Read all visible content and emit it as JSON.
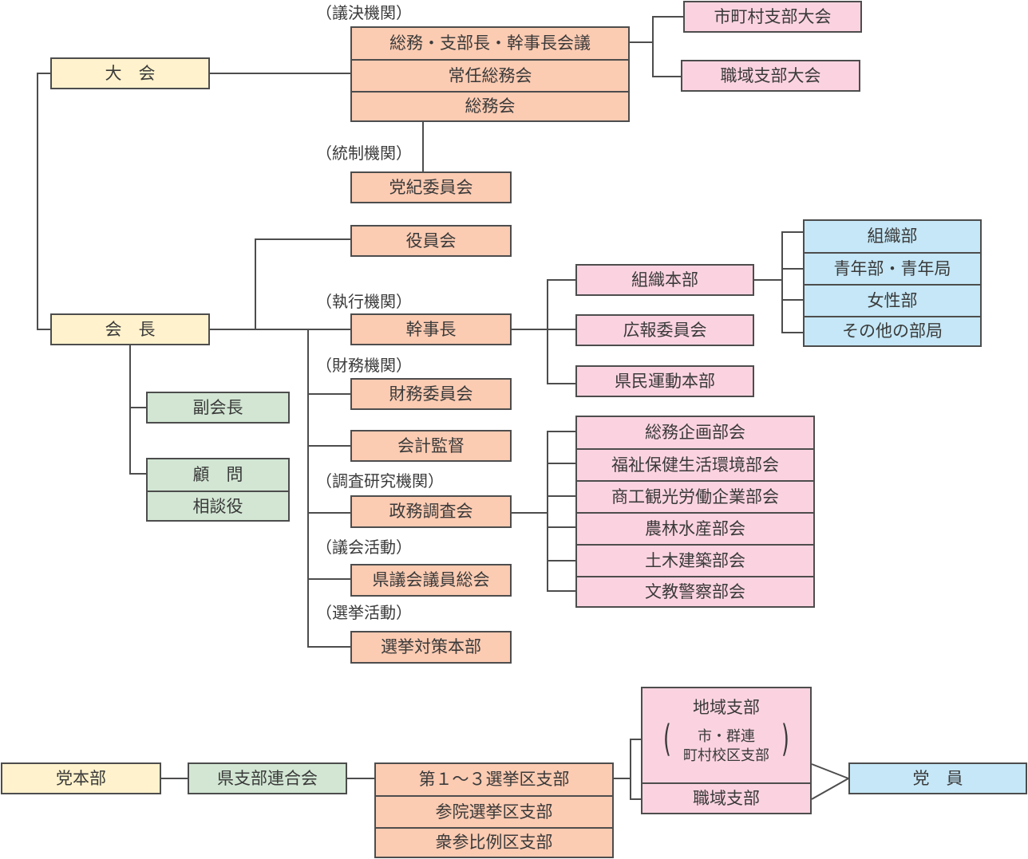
{
  "labels": {
    "gikets": "（議決機関）",
    "tosei": "（統制機関）",
    "shikko": "（執行機関）",
    "zaimu": "（財務機関）",
    "chosa": "（調査研究機関）",
    "gikai": "（議会活動）",
    "senkyo": "（選挙活動）"
  },
  "top": {
    "taikai": "大　会",
    "kaicho": "会　長",
    "decision": [
      "総務・支部長・幹事長会議",
      "常任総務会",
      "総務会"
    ],
    "shichoson": "市町村支部大会",
    "shokuiki_taikai": "職域支部大会",
    "toki": "党紀委員会",
    "yakuin": "役員会",
    "kanjicho": "幹事長",
    "zaimu_iin": "財務委員会",
    "kaikei": "会計監督",
    "seimu": "政務調査会",
    "kengikai": "県議会議員総会",
    "senkyo_taisaku": "選挙対策本部",
    "fukukaicho": "副会長",
    "komon": [
      "顧　問",
      "相談役"
    ],
    "soshiki_honbu": "組織本部",
    "koho": "広報委員会",
    "kenmin": "県民運動本部",
    "soshiki_sub": [
      "組織部",
      "青年部・青年局",
      "女性部",
      "その他の部局"
    ],
    "bukai": [
      "総務企画部会",
      "福祉保健生活環境部会",
      "商工観光労働企業部会",
      "農林水産部会",
      "土木建築部会",
      "文教警察部会"
    ]
  },
  "bottom": {
    "tohonbu": "党本部",
    "renraku": "県支部連合会",
    "senkyoku": [
      "第１～３選挙区支部",
      "参院選挙区支部",
      "衆参比例区支部"
    ],
    "chiiki": "地域支部",
    "chiiki_sub1": "市・群連",
    "chiiki_sub2": "町村校区支部",
    "shokuiki": "職域支部",
    "toin": "党　員"
  }
}
